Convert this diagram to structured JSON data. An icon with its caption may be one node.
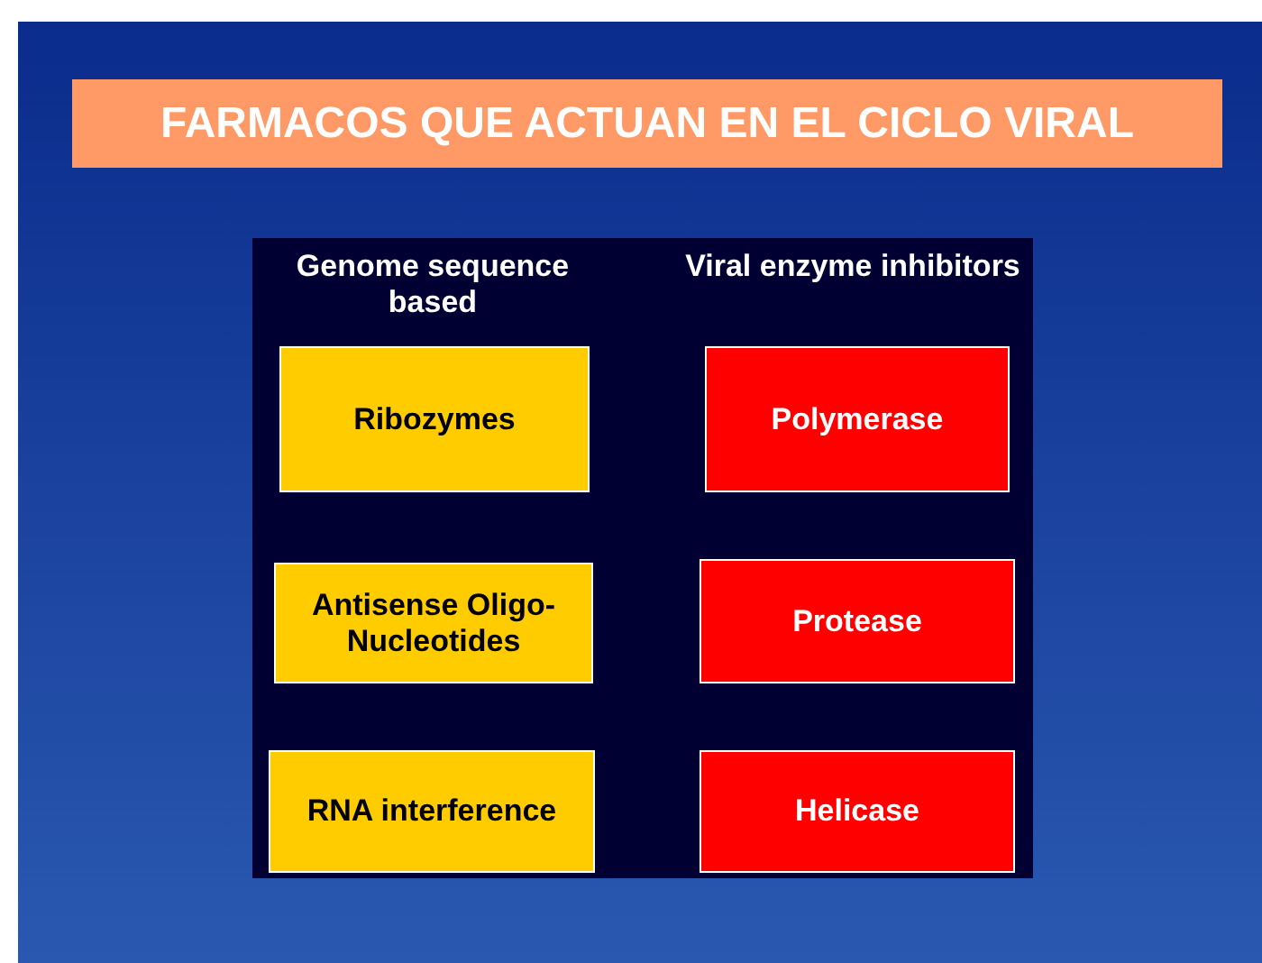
{
  "diagram": {
    "title": "FARMACOS QUE ACTUAN EN EL CICLO VIRAL",
    "nodes": [
      {
        "text": [
          "Ribozymes"
        ]
      },
      {
        "text": [
          "Polymerase"
        ]
      },
      {
        "text": [
          "Antisense Oligo- Nucleotides"
        ]
      },
      {
        "text": [
          "Protease"
        ]
      },
      {
        "text": [
          "RNA interference"
        ]
      },
      {
        "text": [
          "Helicase"
        ]
      }
    ],
    "labels": [
      "Genome sequence based",
      "Viral enzyme inhibitors"
    ]
  }
}
